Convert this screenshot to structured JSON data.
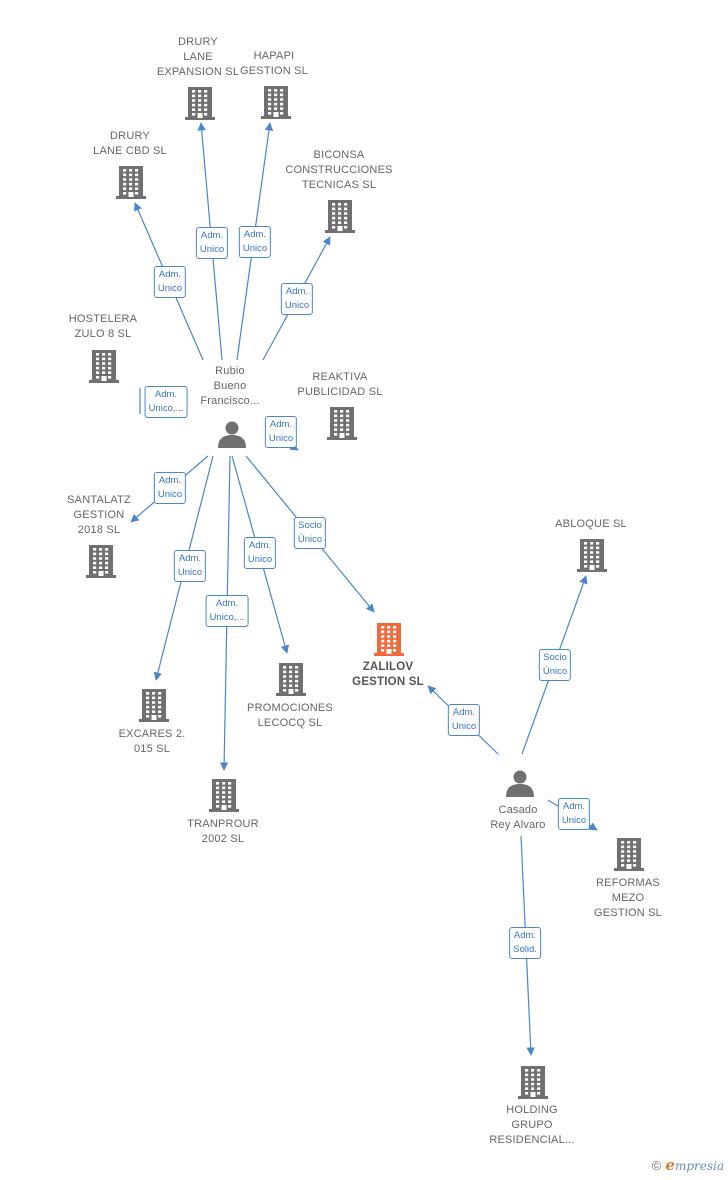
{
  "colors": {
    "edge": "#4a86c8",
    "company_icon": "#707070",
    "focus_icon": "#f26a3b",
    "person_icon": "#707070"
  },
  "nodes": {
    "drury_lane_expansion": {
      "label": "DRURY\nLANE\nEXPANSION  SL",
      "kind": "company"
    },
    "hapapi_gestion": {
      "label": "HAPAPI\nGESTION  SL",
      "kind": "company"
    },
    "drury_lane_cbd": {
      "label": "DRURY\nLANE CBD  SL",
      "kind": "company"
    },
    "biconsa": {
      "label": "BICONSA\nCONSTRUCCIONES\nTECNICAS  SL",
      "kind": "company"
    },
    "hostelera_zulo": {
      "label": "HOSTELERA\nZULO 8  SL",
      "kind": "company"
    },
    "rubio_bueno": {
      "label": "Rubio\nBueno\nFrancisco...",
      "kind": "person"
    },
    "reaktiva": {
      "label": "REAKTIVA\nPUBLICIDAD SL",
      "kind": "company"
    },
    "santalatz": {
      "label": "SANTALATZ\nGESTION\n2018  SL",
      "kind": "company"
    },
    "abloque": {
      "label": "ABLOQUE SL",
      "kind": "company"
    },
    "zalilov": {
      "label": "ZALILOV\nGESTION  SL",
      "kind": "focus"
    },
    "promociones_lecocq": {
      "label": "PROMOCIONES\nLECOCQ SL",
      "kind": "company"
    },
    "excares": {
      "label": "EXCARES 2.\n015 SL",
      "kind": "company"
    },
    "casado_rey": {
      "label": "Casado\nRey Alvaro",
      "kind": "person"
    },
    "tranprour": {
      "label": "TRANPROUR\n2002 SL",
      "kind": "company"
    },
    "reformas_mezo": {
      "label": "REFORMAS\nMEZO\nGESTION  SL",
      "kind": "company"
    },
    "holding_grupo": {
      "label": "HOLDING\nGRUPO\nRESIDENCIAL...",
      "kind": "company"
    }
  },
  "edges": [
    {
      "id": "e1",
      "label": "Adm.\nUnico"
    },
    {
      "id": "e2",
      "label": "Adm.\nUnico"
    },
    {
      "id": "e3",
      "label": "Adm.\nUnico"
    },
    {
      "id": "e4",
      "label": "Adm.\nUnico"
    },
    {
      "id": "e5",
      "label": "Adm.\nUnico,..."
    },
    {
      "id": "e6",
      "label": "Adm.\nUnico"
    },
    {
      "id": "e7",
      "label": "Adm.\nUnico"
    },
    {
      "id": "e8",
      "label": "Adm.\nUnico"
    },
    {
      "id": "e9",
      "label": "Adm.\nUnico"
    },
    {
      "id": "e10",
      "label": "Adm.\nUnico,..."
    },
    {
      "id": "e11",
      "label": "Socio\nÚnico"
    },
    {
      "id": "e12",
      "label": "Adm.\nUnico"
    },
    {
      "id": "e13",
      "label": "Socio\nÚnico"
    },
    {
      "id": "e14",
      "label": "Adm.\nUnico"
    },
    {
      "id": "e15",
      "label": "Adm.\nSolid."
    }
  ],
  "footer": {
    "copyright": "©",
    "brand_initial": "e",
    "brand_rest": "mpresia"
  }
}
